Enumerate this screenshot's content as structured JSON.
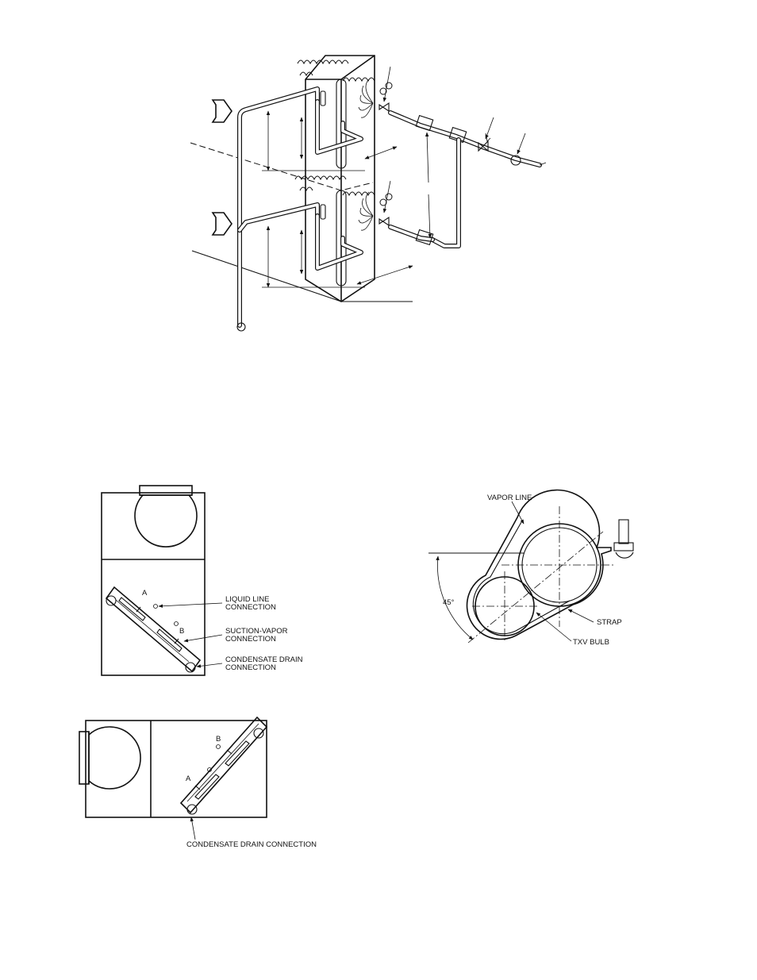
{
  "figure_piping": {
    "labels": []
  },
  "figure_upflow": {
    "label_a": "A",
    "label_b": "B",
    "liquid_line_line1": "LIQUID LINE",
    "liquid_line_line2": "CONNECTION",
    "suction_vapor_line1": "SUCTION-VAPOR",
    "suction_vapor_line2": "CONNECTION",
    "condensate_line1": "CONDENSATE DRAIN",
    "condensate_line2": "CONNECTION"
  },
  "figure_horizontal": {
    "label_a": "A",
    "label_b": "B",
    "condensate_label": "CONDENSATE DRAIN CONNECTION"
  },
  "figure_txv": {
    "vapor_line": "VAPOR LINE",
    "strap": "STRAP",
    "txv_bulb": "TXV BULB",
    "angle": "45°"
  }
}
